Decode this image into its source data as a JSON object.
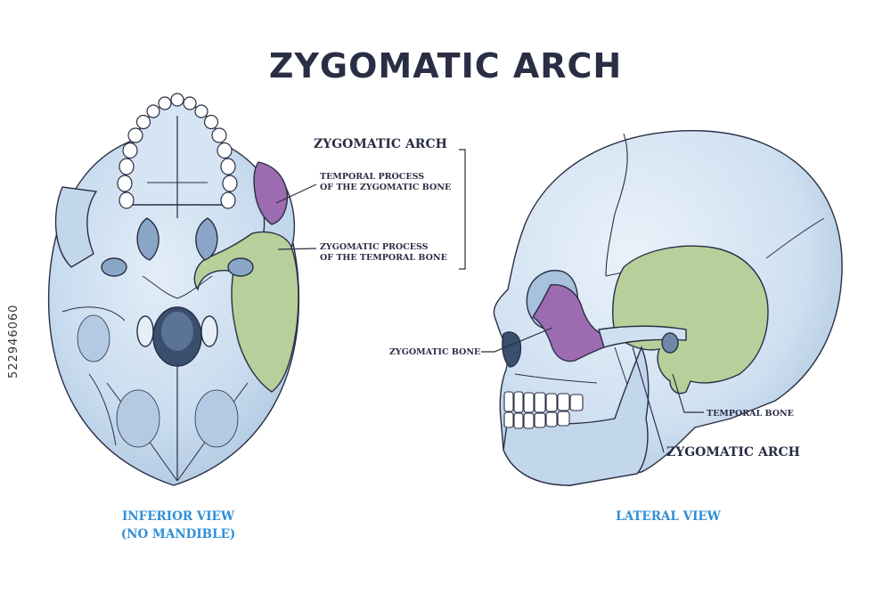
{
  "title": "ZYGOMATIC ARCH",
  "labels": {
    "zygomatic_arch_group": "ZYGOMATIC ARCH",
    "temporal_process_line1": "TEMPORAL PROCESS",
    "temporal_process_line2": "OF THE ZYGOMATIC BONE",
    "zygomatic_process_line1": "ZYGOMATIC PROCESS",
    "zygomatic_process_line2": "OF THE TEMPORAL BONE",
    "zygomatic_bone": "ZYGOMATIC BONE",
    "temporal_bone": "TEMPORAL BONE",
    "zygomatic_arch_lateral": "ZYGOMATIC ARCH"
  },
  "views": {
    "inferior_line1": "INFERIOR VIEW",
    "inferior_line2": "(NO MANDIBLE)",
    "lateral": "LATERAL VIEW"
  },
  "watermark": "522946060",
  "colors": {
    "bone": "#c9dcef",
    "outline": "#2a2e44",
    "zygomatic_bone": "#9d6bb0",
    "temporal_bone": "#b7cf9a",
    "view_label": "#2f8fd8"
  }
}
